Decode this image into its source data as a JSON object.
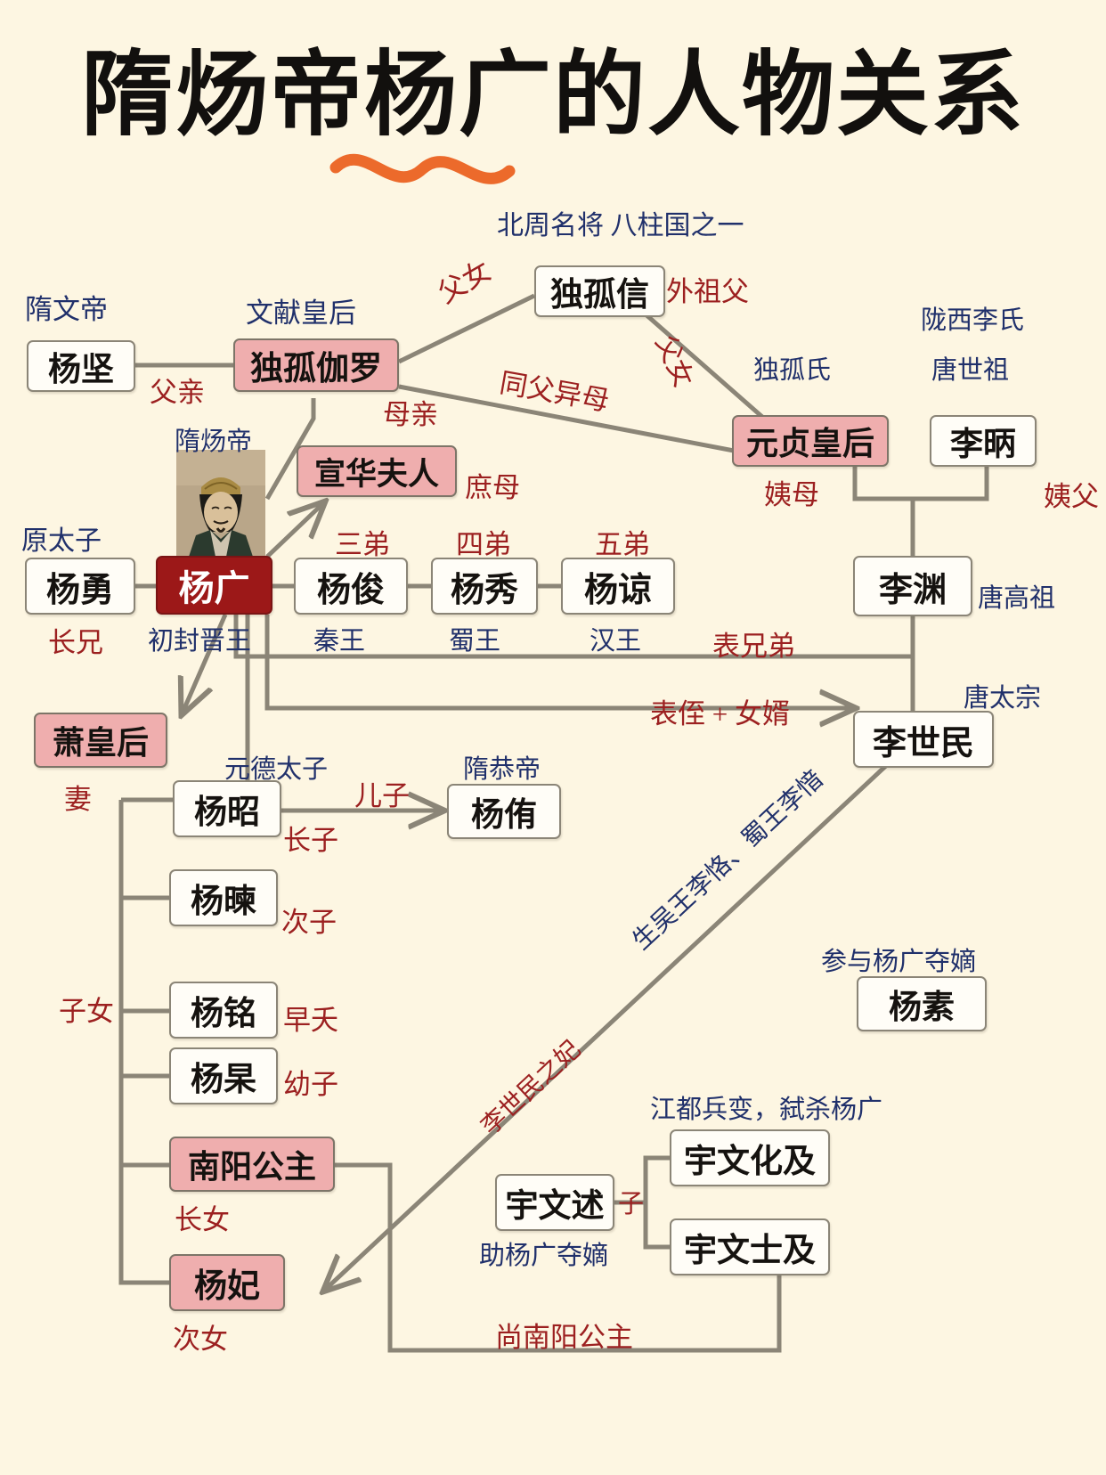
{
  "title": "隋炀帝杨广的人物关系",
  "colors": {
    "background": "#fdf6e2",
    "box_border": "#8b8577",
    "box_fill": "#fffdf7",
    "pink_fill": "#efaeae",
    "highlight_fill": "#9c1818",
    "blue_text": "#20306b",
    "red_text": "#9c2020",
    "wire": "#8b8577",
    "underline_accent": "#ec6a2b"
  },
  "nodes": [
    {
      "id": "yangjian",
      "name": "杨坚",
      "style": "plain"
    },
    {
      "id": "dugu_qieluo",
      "name": "独孤伽罗",
      "style": "pink"
    },
    {
      "id": "dugu_xin",
      "name": "独孤信",
      "style": "plain"
    },
    {
      "id": "yuanzhen",
      "name": "元贞皇后",
      "style": "pink"
    },
    {
      "id": "libing",
      "name": "李昞",
      "style": "plain"
    },
    {
      "id": "xuanhua",
      "name": "宣华夫人",
      "style": "pink"
    },
    {
      "id": "yangyong",
      "name": "杨勇",
      "style": "plain"
    },
    {
      "id": "yangguang",
      "name": "杨广",
      "style": "highlight"
    },
    {
      "id": "yangjun",
      "name": "杨俊",
      "style": "plain"
    },
    {
      "id": "yangxiu",
      "name": "杨秀",
      "style": "plain"
    },
    {
      "id": "yangliang",
      "name": "杨谅",
      "style": "plain"
    },
    {
      "id": "liyuan",
      "name": "李渊",
      "style": "plain"
    },
    {
      "id": "lishimin",
      "name": "李世民",
      "style": "plain"
    },
    {
      "id": "xiaohuanghou",
      "name": "萧皇后",
      "style": "pink"
    },
    {
      "id": "yangzhao",
      "name": "杨昭",
      "style": "plain"
    },
    {
      "id": "yangyou",
      "name": "杨侑",
      "style": "plain"
    },
    {
      "id": "yangjian2",
      "name": "杨暕",
      "style": "plain"
    },
    {
      "id": "yangming",
      "name": "杨铭",
      "style": "plain"
    },
    {
      "id": "yanggao",
      "name": "杨杲",
      "style": "plain"
    },
    {
      "id": "nanyang",
      "name": "南阳公主",
      "style": "pink"
    },
    {
      "id": "yangfei",
      "name": "杨妃",
      "style": "pink"
    },
    {
      "id": "yangsu",
      "name": "杨素",
      "style": "plain"
    },
    {
      "id": "yuwenshu",
      "name": "宇文述",
      "style": "plain"
    },
    {
      "id": "yuwenhuaji",
      "name": "宇文化及",
      "style": "plain"
    },
    {
      "id": "yuwenshiji",
      "name": "宇文士及",
      "style": "plain"
    }
  ],
  "captions_blue": {
    "sui_wendi": "隋文帝",
    "wenxian_huanghou": "文献皇后",
    "beizhou_mingjiang": "北周名将  八柱国之一",
    "longxi_lishi": "陇西李氏",
    "tang_shizu": "唐世祖",
    "dugu_shi": "独孤氏",
    "sui_yangdi": "隋炀帝",
    "yuan_taizi": "原太子",
    "chufeng_jinwang": "初封晋王",
    "qin_wang": "秦王",
    "shu_wang": "蜀王",
    "han_wang": "汉王",
    "tang_gaozu": "唐高祖",
    "tang_taizong": "唐太宗",
    "yuande_taizi": "元德太子",
    "sui_gongdi": "隋恭帝",
    "canyu_duodi": "参与杨广夺嫡",
    "zhu_yangguang_duodi": "助杨广夺嫡",
    "jiangdu_bingbian": "江都兵变，弑杀杨广",
    "sheng_wuwang": "生吴王李恪、蜀王李愔"
  },
  "captions_red": {
    "fuqin": "父亲",
    "muqin": "母亲",
    "funv_1": "父女",
    "funv_2": "父女",
    "tongfu_yimu": "同父异母",
    "waizufu": "外祖父",
    "yimu": "姨母",
    "yifu": "姨父",
    "shumu": "庶母",
    "zhangxiong": "长兄",
    "sandi": "三弟",
    "sidi": "四弟",
    "wudi": "五弟",
    "biaoxiongdi": "表兄弟",
    "biaozhi_nvxu": "表侄 + 女婿",
    "qi": "妻",
    "zinv": "子女",
    "erzi": "儿子",
    "zhangzi": "长子",
    "cizi": "次子",
    "zaoyao": "早夭",
    "youzi": "幼子",
    "zhangnv": "长女",
    "cinv": "次女",
    "zi": "子",
    "shang_nanyang": "尚南阳公主",
    "lishimin_zhifei": "李世民之妃"
  }
}
